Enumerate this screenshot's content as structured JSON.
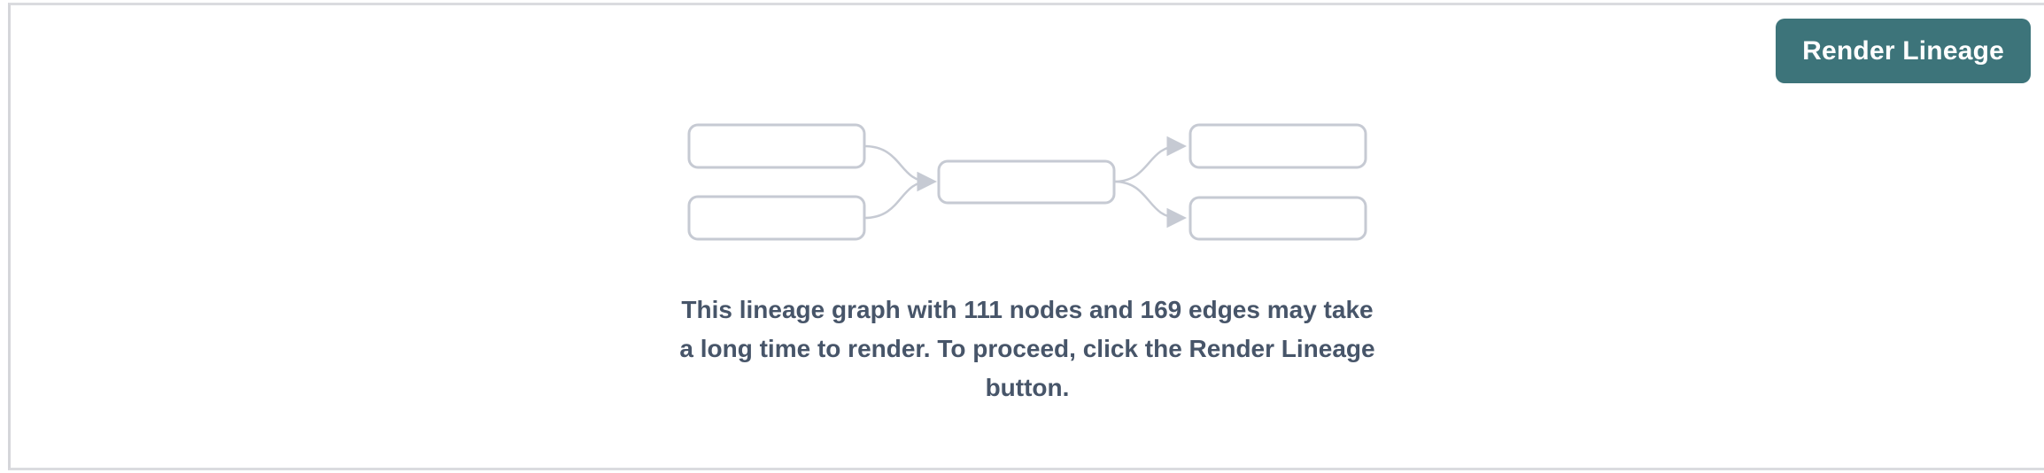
{
  "header": {
    "render_button_label": "Render Lineage"
  },
  "empty_state": {
    "message_lines": [
      "This lineage graph with 111 nodes and 169 edges may take",
      "a long time to render. To proceed, click the Render Lineage",
      "button."
    ],
    "full_message": "This lineage graph with 111 nodes and 169 edges may take a long time to render. To proceed, click the Render Lineage button.",
    "node_count": 111,
    "edge_count": 169
  },
  "placeholder_graph": {
    "description": "empty placeholder lineage diagram",
    "left_nodes": 2,
    "center_nodes": 1,
    "right_nodes": 2,
    "edge_total": 4
  },
  "colors": {
    "accent_teal": "#3d747a",
    "button_text": "#ffffff",
    "graph_outline": "#c6cad3",
    "message_text": "#475569",
    "panel_border": "#d5d6da",
    "background": "#ffffff"
  }
}
